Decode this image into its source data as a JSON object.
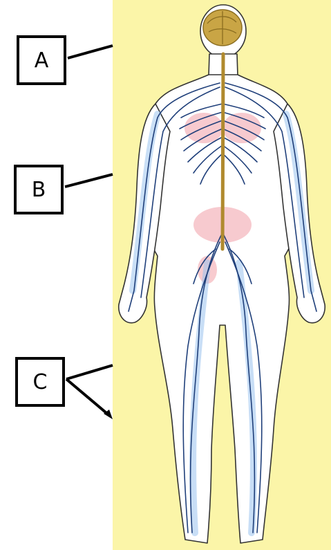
{
  "labels": {
    "a": "A",
    "b": "B",
    "c": "C"
  },
  "colors": {
    "background_panel": "#fbf5a8",
    "body_fill": "#ffffff",
    "body_outline": "#333333",
    "brain": "#b89a3a",
    "spinal_cord": "#b08a2e",
    "nerves_dark": "#1f3f7a",
    "nerves_light": "#7fb0e8",
    "organ_tint": "#f2a0a8"
  }
}
